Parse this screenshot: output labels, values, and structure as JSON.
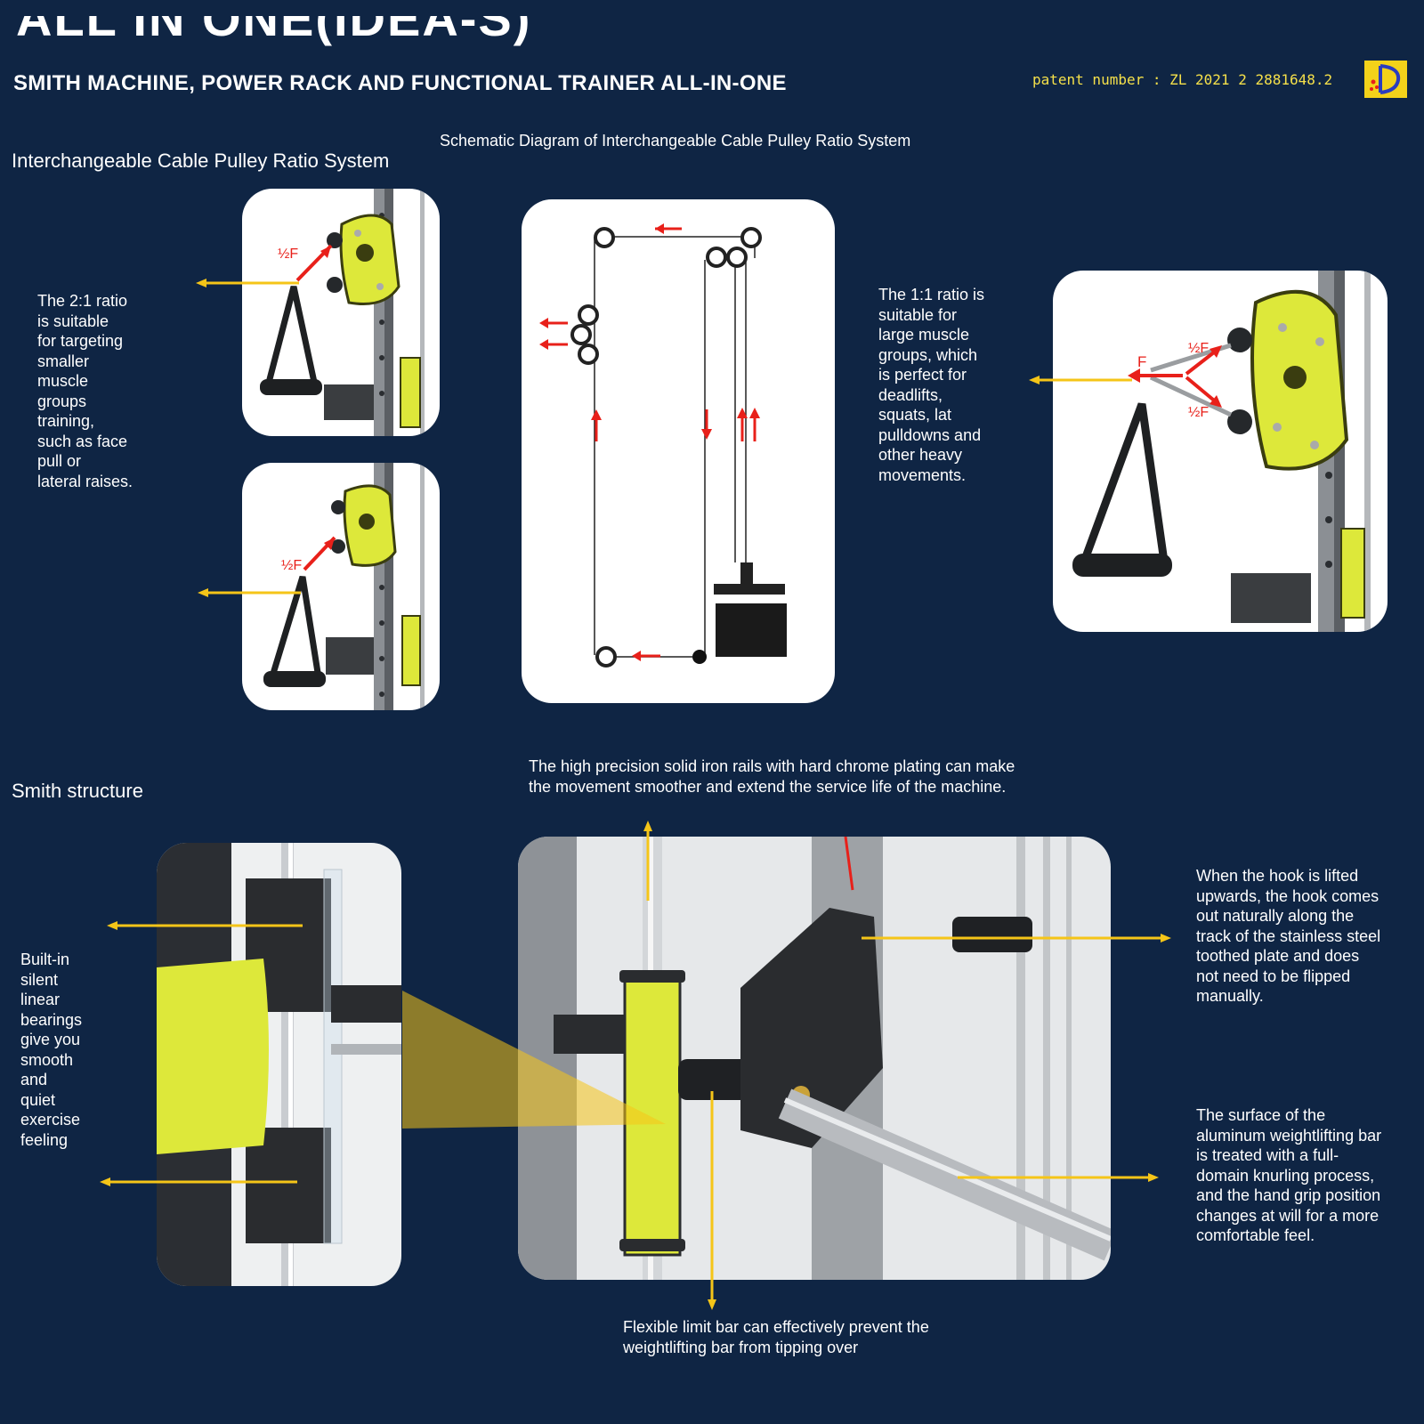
{
  "header": {
    "cut_title": "ALL IN ONE(IDEA-S)",
    "main_title": "SMITH MACHINE, POWER RACK AND FUNCTIONAL TRAINER ALL-IN-ONE",
    "patent": "patent number : ZL 2021 2 2881648.2"
  },
  "pulley_section": {
    "title": "Interchangeable Cable Pulley Ratio System",
    "schematic_title": "Schematic Diagram of Interchangeable Cable Pulley Ratio System",
    "ratio_2_1_lines": [
      "The 2:1 ratio",
      "is suitable",
      "for targeting",
      "smaller",
      "muscle",
      "groups",
      "training,",
      "such as face",
      "pull or",
      "lateral raises."
    ],
    "ratio_1_1_lines": [
      "The 1:1 ratio is",
      "suitable for",
      "large muscle",
      "groups, which",
      "is perfect for",
      "deadlifts,",
      "squats, lat",
      "pulldowns and",
      "other heavy",
      "movements."
    ],
    "force_labels": {
      "half_f": "½F",
      "f": "F"
    }
  },
  "smith_section": {
    "title": "Smith structure",
    "rails_lines": [
      "The high precision solid iron rails with hard chrome plating can make",
      "the movement smoother and extend the service life of the machine."
    ],
    "bearings_lines": [
      "Built-in",
      "silent",
      "linear",
      "bearings",
      "give you",
      "smooth",
      "and",
      "quiet",
      "exercise",
      "feeling"
    ],
    "hook_lines": [
      "When the hook is lifted",
      "upwards, the hook comes",
      "out naturally along the",
      "track of the stainless steel",
      "toothed plate and does",
      "not need to be flipped",
      "manually."
    ],
    "bar_lines": [
      "The surface of the",
      "aluminum weightlifting bar",
      "is treated with a full-",
      "domain knurling process,",
      "and the hand grip position",
      "changes at will for a more",
      "comfortable feel."
    ],
    "limit_lines": [
      "Flexible limit bar can effectively prevent the",
      "weightlifting bar from tipping over"
    ]
  },
  "colors": {
    "background": "#0f2544",
    "accent_yellow": "#f5c518",
    "machine_yellow": "#dde83a",
    "force_red": "#e8201a",
    "patent_text": "#f5e04a"
  }
}
